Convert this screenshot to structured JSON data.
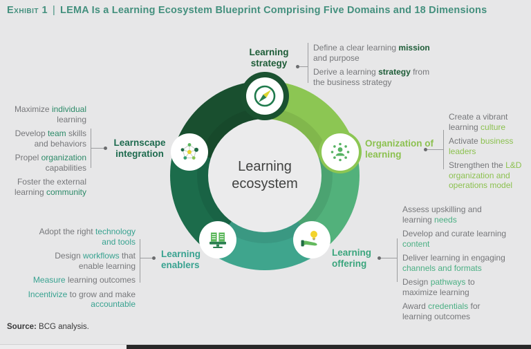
{
  "title": {
    "exhibit": "Exhibit 1",
    "separator": "|",
    "text": "LEMA Is a Learning Ecosystem Blueprint Comprising Five Domains and 18 Dimensions",
    "color": "#44907e"
  },
  "center": {
    "label": "Learning ecosystem"
  },
  "ring": {
    "segments": [
      {
        "from": 0,
        "to": 72,
        "color": "#8cc653"
      },
      {
        "from": 72,
        "to": 144,
        "color": "#52b17b"
      },
      {
        "from": 144,
        "to": 216,
        "color": "#3fa58d"
      },
      {
        "from": 216,
        "to": 288,
        "color": "#1c6c4b"
      },
      {
        "from": 288,
        "to": 360,
        "color": "#194f2f"
      }
    ],
    "strategy_halo_color": "#1a5130",
    "organization_halo_color": "#8cc653"
  },
  "domains": [
    {
      "label": "Learning strategy",
      "icon": "compass-icon",
      "color": "#1c5b36",
      "highlight_color": "#1c5b36",
      "bold_highlights": true,
      "bullets": [
        [
          {
            "t": "Define a clear learning "
          },
          {
            "t": "mission",
            "h": true
          },
          {
            "t": " and purpose"
          }
        ],
        [
          {
            "t": "Derive a learning "
          },
          {
            "t": "strategy",
            "h": true
          },
          {
            "t": " from the business strategy"
          }
        ]
      ]
    },
    {
      "label": "Organization of learning",
      "icon": "organization-icon",
      "color": "#8cc150",
      "highlight_color": "#8cc150",
      "bold_highlights": false,
      "bullets": [
        [
          {
            "t": "Create a vibrant learning "
          },
          {
            "t": "culture",
            "h": true
          }
        ],
        [
          {
            "t": "Activate "
          },
          {
            "t": "business leaders",
            "h": true
          }
        ],
        [
          {
            "t": "Strengthen the "
          },
          {
            "t": "L&D organization and operations model",
            "h": true
          }
        ]
      ]
    },
    {
      "label": "Learning offering",
      "icon": "lightbulb-hand-icon",
      "color": "#3ba57d",
      "highlight_color": "#4aaf83",
      "bold_highlights": false,
      "bullets": [
        [
          {
            "t": "Assess upskilling and learning "
          },
          {
            "t": "needs",
            "h": true
          }
        ],
        [
          {
            "t": "Develop and curate learning "
          },
          {
            "t": "content",
            "h": true
          }
        ],
        [
          {
            "t": "Deliver learning in engaging "
          },
          {
            "t": "channels and formats",
            "h": true
          }
        ],
        [
          {
            "t": "Design "
          },
          {
            "t": "pathways",
            "h": true
          },
          {
            "t": " to maximize learning"
          }
        ],
        [
          {
            "t": "Award "
          },
          {
            "t": "credentials",
            "h": true
          },
          {
            "t": " for learning outcomes"
          }
        ]
      ]
    },
    {
      "label": "Learning enablers",
      "icon": "digital-book-icon",
      "color": "#38a290",
      "highlight_color": "#38a290",
      "bold_highlights": false,
      "bullets": [
        [
          {
            "t": "Adopt the right "
          },
          {
            "t": "technology and tools",
            "h": true
          }
        ],
        [
          {
            "t": "Design "
          },
          {
            "t": "workflows",
            "h": true
          },
          {
            "t": " that enable learning"
          }
        ],
        [
          {
            "t": "Measure",
            "h": true
          },
          {
            "t": " learning outcomes"
          }
        ],
        [
          {
            "t": "Incentivize",
            "h": true
          },
          {
            "t": " to grow and make "
          },
          {
            "t": "accountable",
            "h": true
          }
        ]
      ]
    },
    {
      "label": "Learnscape integration",
      "icon": "network-nodes-icon",
      "color": "#1d6a4e",
      "highlight_color": "#2c8a68",
      "bold_highlights": false,
      "bullets": [
        [
          {
            "t": "Maximize "
          },
          {
            "t": "individual",
            "h": true
          },
          {
            "t": " learning"
          }
        ],
        [
          {
            "t": "Develop "
          },
          {
            "t": "team",
            "h": true
          },
          {
            "t": " skills and behaviors"
          }
        ],
        [
          {
            "t": "Propel "
          },
          {
            "t": "organization",
            "h": true
          },
          {
            "t": " capabilities"
          }
        ],
        [
          {
            "t": "Foster the external learning "
          },
          {
            "t": "community",
            "h": true
          }
        ]
      ]
    }
  ],
  "source": {
    "label": "Source:",
    "text": " BCG analysis."
  }
}
